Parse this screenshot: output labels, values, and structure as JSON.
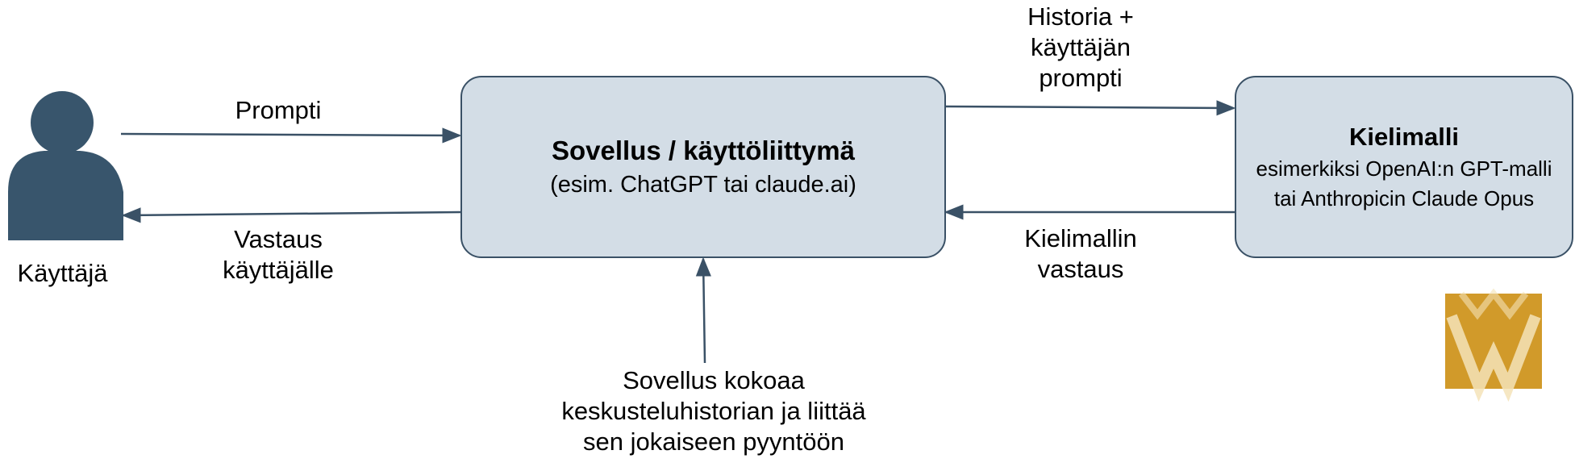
{
  "user": {
    "label": "Käyttäjä",
    "icon": "person-icon",
    "color": "#38556c"
  },
  "app_box": {
    "title": "Sovellus / käyttöliittymä",
    "subtitle": "(esim. ChatGPT tai claude.ai)"
  },
  "llm_box": {
    "title": "Kielimalli",
    "description": "esimerkiksi OpenAI:n GPT-malli tai Anthropicin Claude Opus"
  },
  "edges": {
    "prompt": {
      "label": "Prompti"
    },
    "response_to_user": {
      "lines": [
        "Vastaus",
        "käyttäjälle"
      ]
    },
    "history_prompt": {
      "lines": [
        "Historia +",
        "käyttäjän",
        "prompti"
      ]
    },
    "llm_response": {
      "lines": [
        "Kielimallin",
        "vastaus"
      ]
    },
    "app_note": {
      "lines": [
        "Sovellus kokoaa",
        "keskusteluhistorian ja liittää",
        "sen jokaiseen pyyntöön"
      ]
    }
  },
  "logo": {
    "icon": "w-logo-icon",
    "color": "#d19a2a"
  },
  "colors": {
    "box_fill": "#d3dde6",
    "box_stroke": "#3a5166",
    "arrow": "#3a5166"
  }
}
